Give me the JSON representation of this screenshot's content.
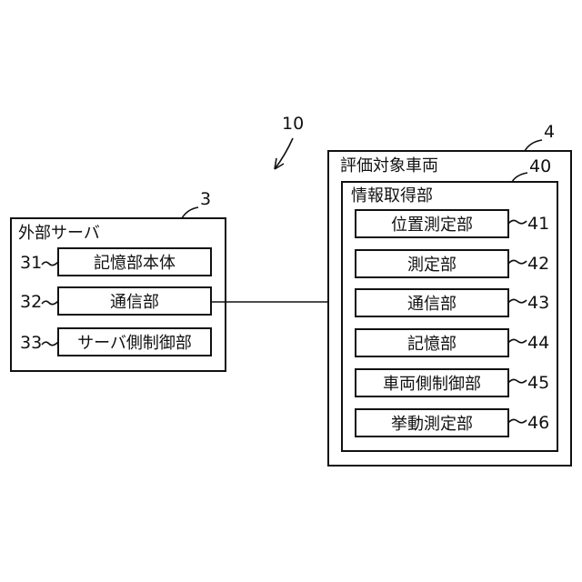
{
  "system_ref": "10",
  "server": {
    "ref": "3",
    "title": "外部サーバ",
    "items": [
      {
        "ref": "31",
        "label": "記憶部本体"
      },
      {
        "ref": "32",
        "label": "通信部"
      },
      {
        "ref": "33",
        "label": "サーバ側制御部"
      }
    ]
  },
  "vehicle": {
    "ref": "4",
    "title": "評価対象車両",
    "unit": {
      "ref": "40",
      "title": "情報取得部",
      "items": [
        {
          "ref": "41",
          "label": "位置測定部"
        },
        {
          "ref": "42",
          "label": "測定部"
        },
        {
          "ref": "43",
          "label": "通信部"
        },
        {
          "ref": "44",
          "label": "記憶部"
        },
        {
          "ref": "45",
          "label": "車両側制御部"
        },
        {
          "ref": "46",
          "label": "挙動測定部"
        }
      ]
    }
  }
}
